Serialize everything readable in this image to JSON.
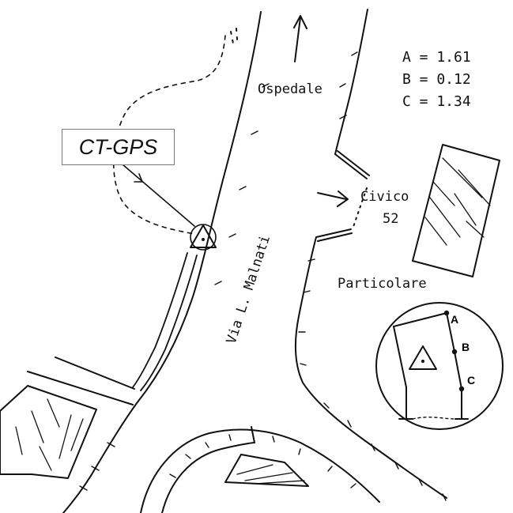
{
  "legend": {
    "a": "A = 1.61",
    "b": "B = 0.12",
    "c": "C = 1.34"
  },
  "labels": {
    "ct_gps": "CT-GPS",
    "ospedale": "Ospedale",
    "civico_line1": "Civico",
    "civico_line2": "52",
    "street": "Via L. Malnati",
    "particolare": "Particolare",
    "point_a": "A",
    "point_b": "B",
    "point_c": "C"
  }
}
